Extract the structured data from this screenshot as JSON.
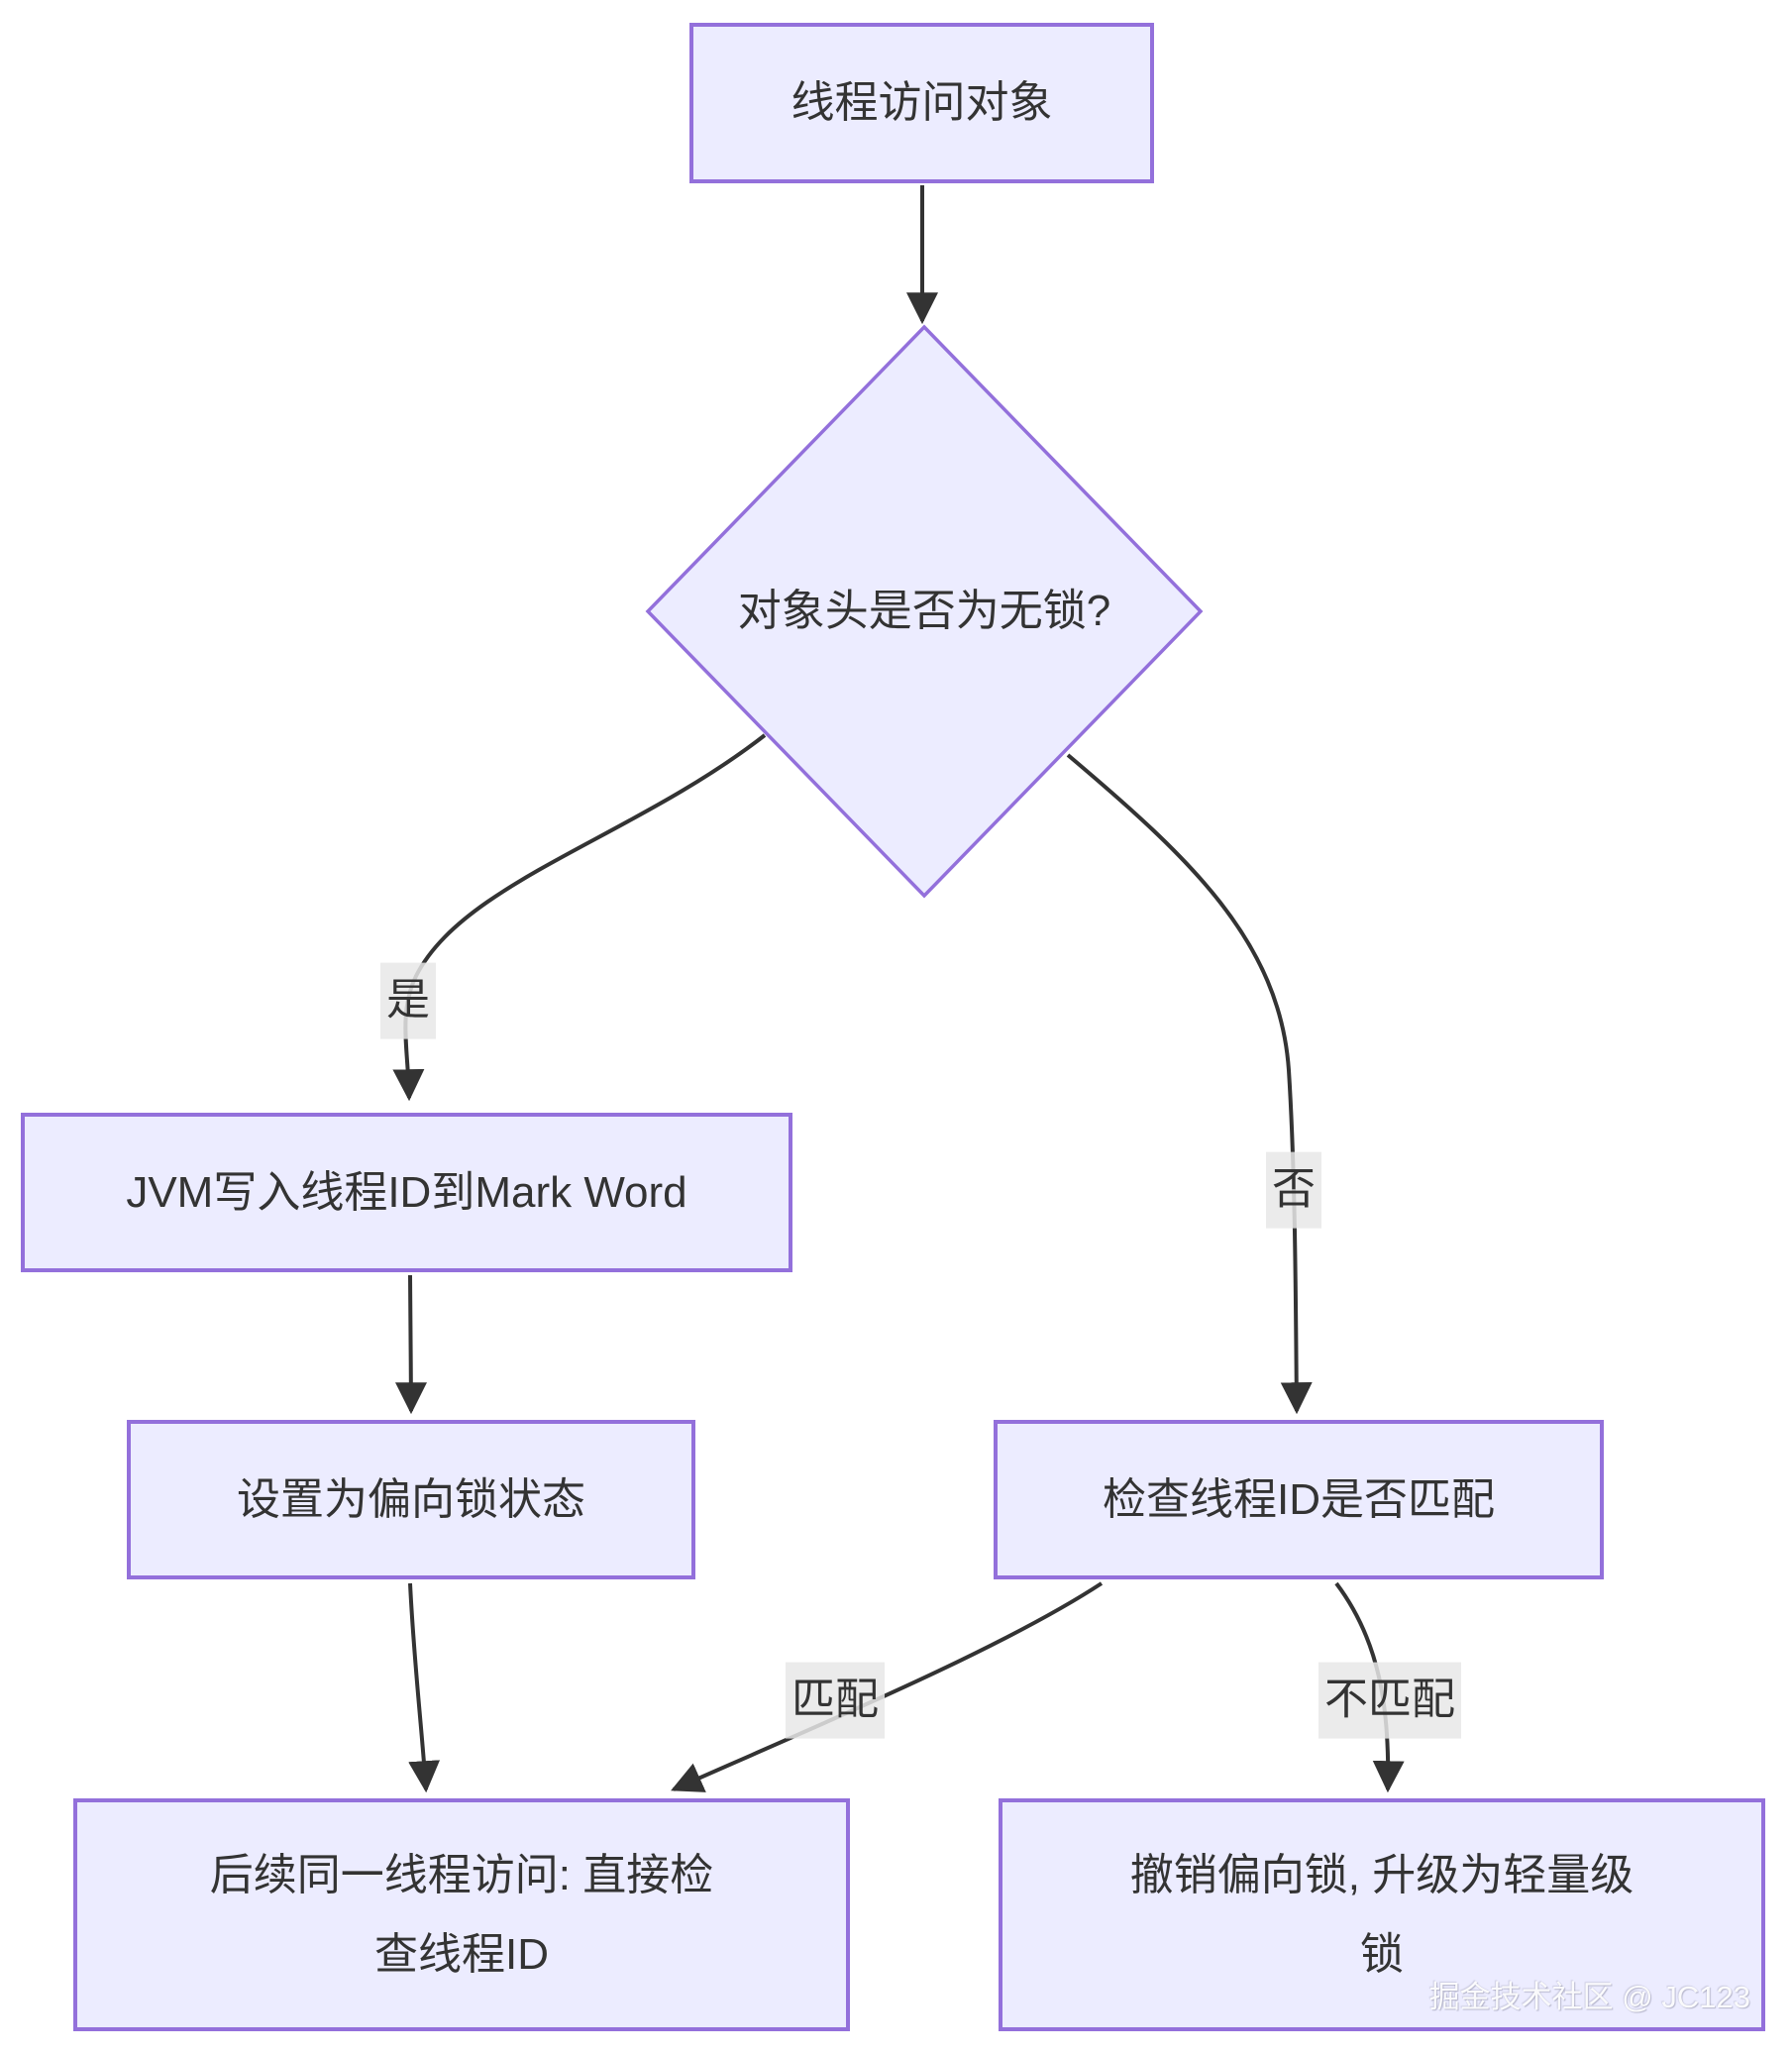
{
  "diagram": {
    "nodes": {
      "start": {
        "label": "线程访问对象"
      },
      "decision": {
        "label": "对象头是否为无锁?"
      },
      "write_id": {
        "label": "JVM写入线程ID到Mark Word"
      },
      "set_biased": {
        "label": "设置为偏向锁状态"
      },
      "check_id": {
        "label": "检查线程ID是否匹配"
      },
      "same_thread": {
        "label": "后续同一线程访问: 直接检\n查线程ID"
      },
      "revoke": {
        "label": "撤销偏向锁, 升级为轻量级\n锁"
      }
    },
    "edge_labels": {
      "yes": "是",
      "no": "否",
      "match": "匹配",
      "no_match": "不匹配"
    },
    "colors": {
      "node_fill": "#ECECFF",
      "node_border": "#9370DB",
      "edge_stroke": "#333333",
      "edge_label_bg": "#E8E8E8",
      "text": "#333333"
    },
    "watermark": "掘金技术社区 @ JC123"
  }
}
